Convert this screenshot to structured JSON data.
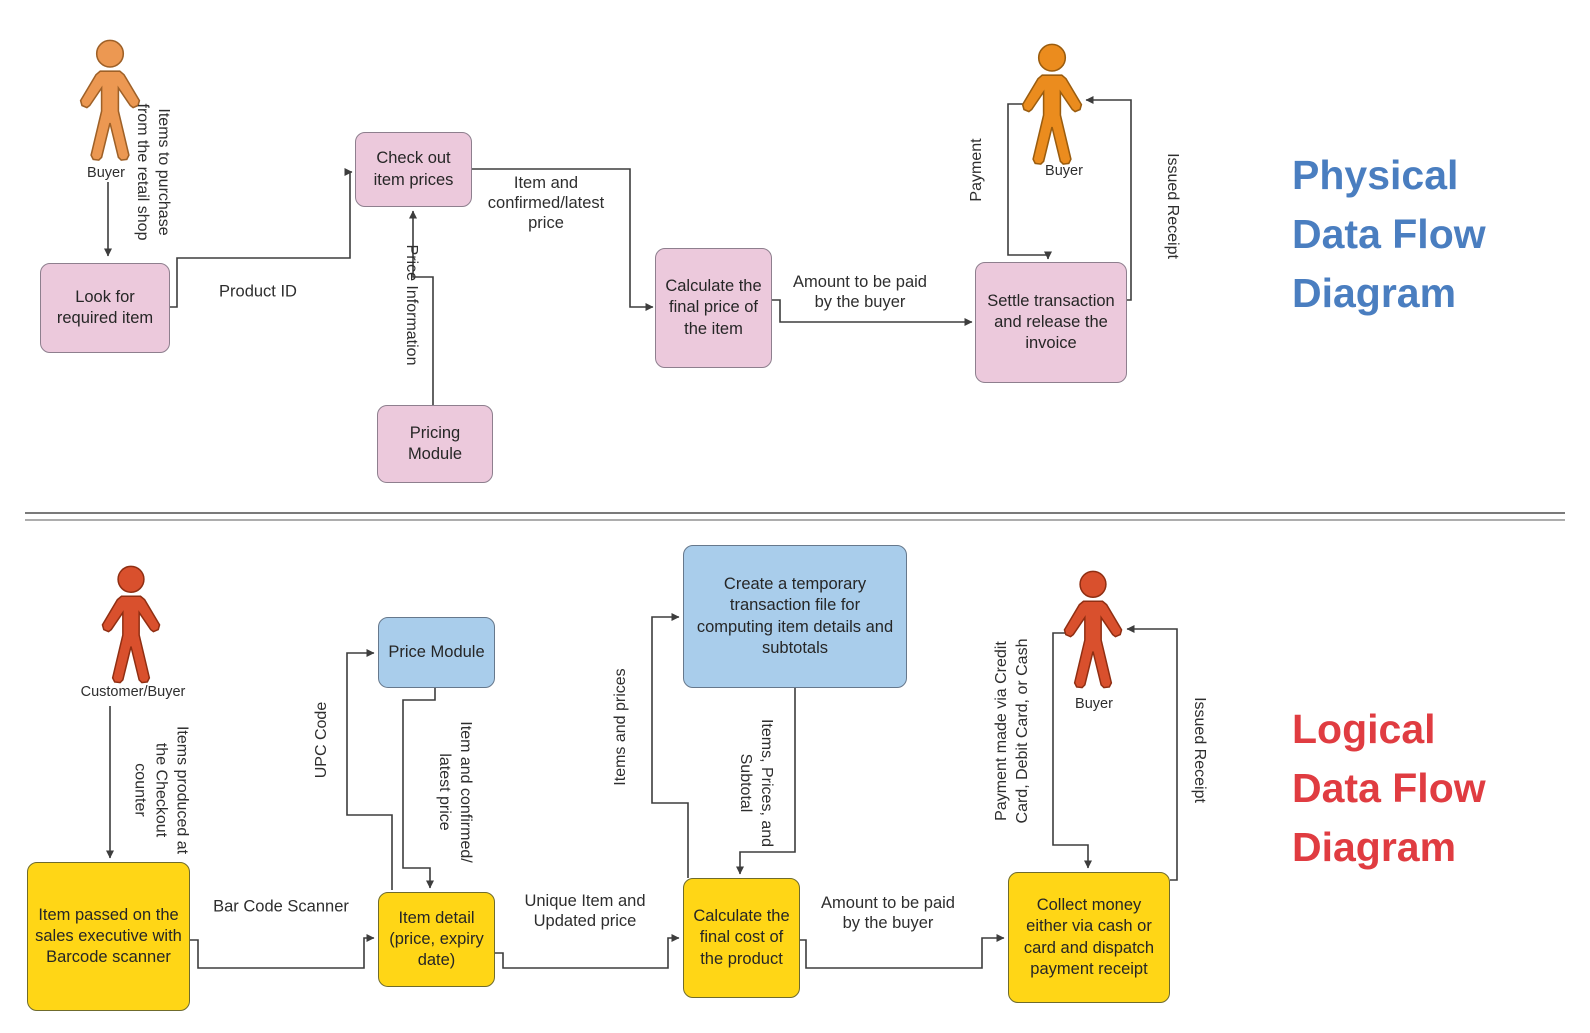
{
  "titles": {
    "physical": {
      "lines": [
        "Physical",
        "Data Flow",
        "Diagram"
      ],
      "color": "#4a7ec0"
    },
    "logical": {
      "lines": [
        "Logical",
        "Data Flow",
        "Diagram"
      ],
      "color": "#e03c41"
    }
  },
  "colors": {
    "physical_process_box": "#ecc9dc",
    "logical_process_box": "#ffd616",
    "logical_datastore_box": "#a9cdeb",
    "actor_orange_light": "#ec9852",
    "actor_orange": "#eb8c1e",
    "actor_red": "#d9502d",
    "connector": "#3d3d3d"
  },
  "physical": {
    "actor_left_label": "Buyer",
    "actor_right_label": "Buyer",
    "boxes": {
      "look": "Look for required item",
      "checkout": "Check out item prices",
      "pricing": "Pricing Module",
      "calculate": "Calculate the final price of the item",
      "settle": "Settle transaction and release the invoice"
    },
    "labels": {
      "items_to_purchase": [
        "Items to purchase",
        "from the retail shop"
      ],
      "product_id": "Product ID",
      "price_information": "Price Information",
      "item_confirmed": [
        "Item and",
        "confirmed/latest",
        "price"
      ],
      "amount_paid": [
        "Amount to be paid",
        "by the buyer"
      ],
      "payment": "Payment",
      "issued_receipt": "Issued Receipt"
    }
  },
  "logical": {
    "actor_left_label": "Customer/Buyer",
    "actor_right_label": "Buyer",
    "boxes": {
      "item_passed": "Item passed on the sales executive with Barcode scanner",
      "item_detail": "Item detail (price, expiry date)",
      "price_module": "Price Module",
      "create_temp": "Create a temporary transaction file for computing item details and subtotals",
      "calc_final": "Calculate the final cost of the product",
      "collect": "Collect money either via cash or card and dispatch payment receipt"
    },
    "labels": {
      "items_produced": [
        "Items produced at",
        "the Checkout",
        "counter"
      ],
      "bar_code_scanner": "Bar Code Scanner",
      "upc_code": "UPC Code",
      "item_confirmed": [
        "Item and confirmed/",
        "latest price"
      ],
      "unique_item": [
        "Unique Item and",
        "Updated price"
      ],
      "items_and_prices": "Items and prices",
      "items_prices_subtotal": [
        "Items, Prices, and",
        "Subtotal"
      ],
      "amount_paid": [
        "Amount to be paid",
        "by the buyer"
      ],
      "payment_via": [
        "Payment made via Credit",
        "Card, Debit Card, or Cash"
      ],
      "issued_receipt": "Issued Receipt"
    }
  }
}
